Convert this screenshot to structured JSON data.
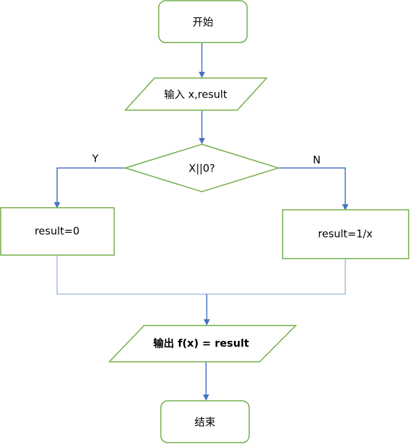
{
  "nodes": {
    "start": {
      "text": "开始"
    },
    "input": {
      "text": "输入 x,result"
    },
    "decision": {
      "text": "X||0?"
    },
    "yes_process": {
      "text": "result=0"
    },
    "no_process": {
      "text": "result=1/x"
    },
    "output": {
      "text": "输出 f(x) = result"
    },
    "end": {
      "text": "结束"
    }
  },
  "edges": {
    "yes_label": "Y",
    "no_label": "N"
  },
  "colors": {
    "node_border": "#70ad47",
    "arrow": "#4472c4",
    "merge_line": "#4f81bd",
    "text": "#000000"
  }
}
